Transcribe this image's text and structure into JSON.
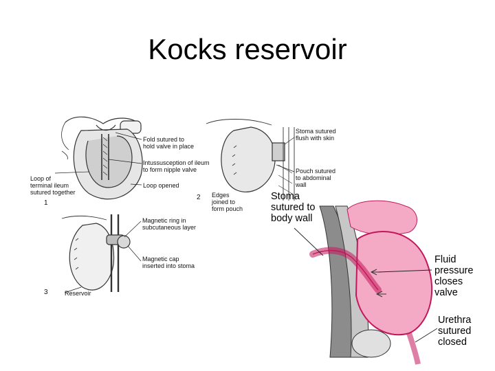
{
  "title": "Kocks reservoir",
  "panel1": {
    "number": "1",
    "labels": {
      "fold": "Fold sutured to\nhold valve in place",
      "intussusception": "Intussusception of ileum\nto form nipple valve",
      "loop_terminal": "Loop of\nterminal ileum\nsutured together",
      "loop_opened": "Loop opened"
    }
  },
  "panel2": {
    "number": "2",
    "labels": {
      "stoma_flush": "Stoma sutured\nflush with skin",
      "pouch_sutured": "Pouch sutured\nto abdominal\nwall",
      "edges": "Edges\njoined to\nform pouch"
    }
  },
  "panel3": {
    "number": "3",
    "labels": {
      "magnetic_ring": "Magnetic ring in\nsubcutaneous layer",
      "magnetic_cap": "Magnetic cap\ninserted into stoma",
      "reservoir": "Reservoir"
    }
  },
  "panel4": {
    "labels": {
      "stoma_body": "Stoma\nsutured to\nbody wall",
      "fluid": "Fluid\npressure\ncloses\nvalve",
      "urethra": "Urethra\nsutured\nclosed"
    }
  },
  "colors": {
    "pink": "#f4a9c4",
    "pink_dark": "#c2185b",
    "gray_layer": "#8c8c8c",
    "drawing": "#333333"
  }
}
